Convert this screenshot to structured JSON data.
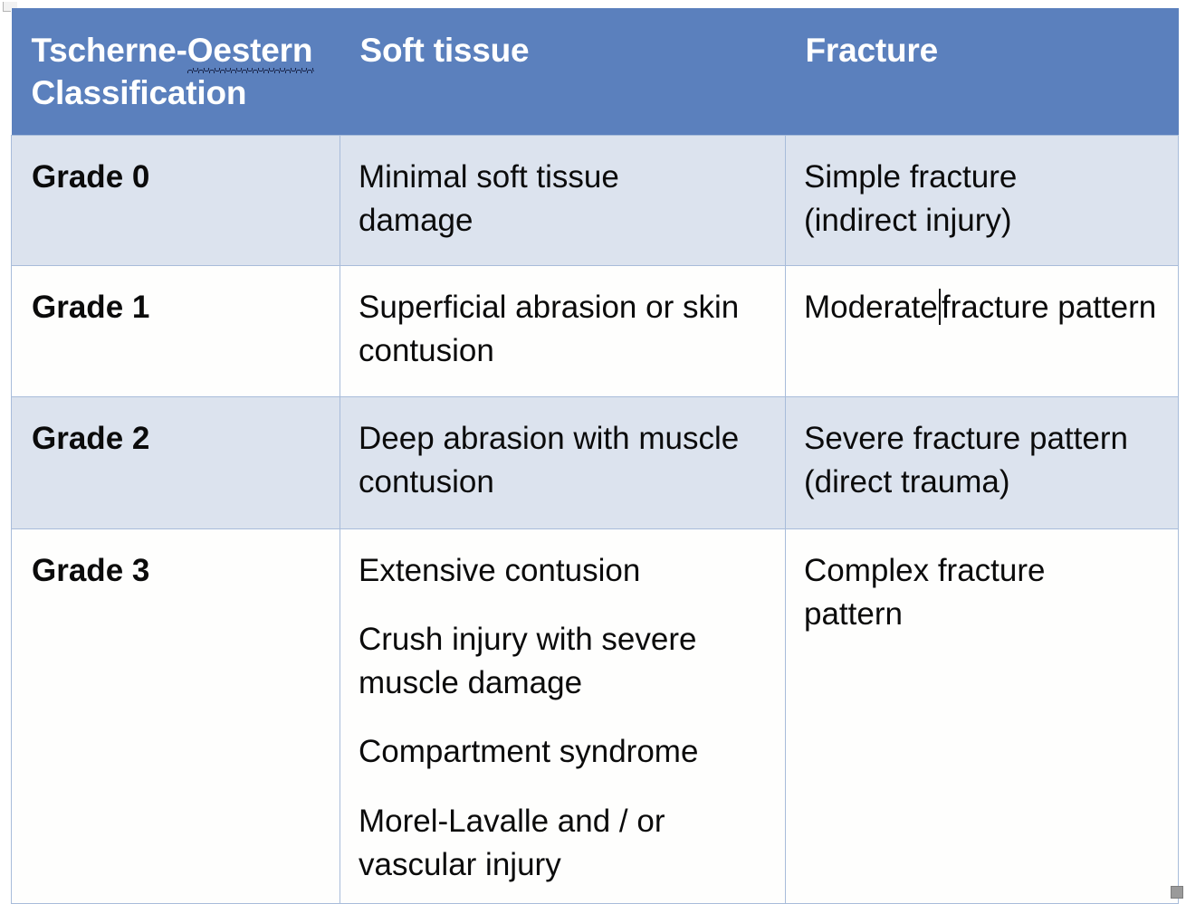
{
  "document": {
    "type": "slide-table",
    "header_fill": "#5b80bd",
    "band_fill": "#dce3ee",
    "plain_fill": "#fefefd",
    "border_color": "#a8bcda",
    "header_text_color": "#ffffff",
    "body_text_color": "#0b0b0b",
    "spellcheck_underline_color": "#10193a"
  },
  "table": {
    "columns": [
      {
        "key": "classification",
        "header_line_1": "Tscherne-Oestern",
        "header_line_2": "Classification",
        "header_misspelled_word": "Oestern"
      },
      {
        "key": "soft_tissue",
        "header": "Soft tissue"
      },
      {
        "key": "fracture",
        "header": "Fracture"
      }
    ],
    "rows": [
      {
        "banded": true,
        "grade": "Grade 0",
        "soft_tissue": "Minimal soft tissue damage",
        "soft_tissue_lines": [
          "Minimal soft tissue",
          "damage"
        ],
        "fracture": "Simple fracture (indirect injury)",
        "fracture_lines": [
          "Simple fracture",
          "(indirect injury)"
        ]
      },
      {
        "banded": false,
        "grade": "Grade 1",
        "soft_tissue": "Superficial abrasion or skin contusion",
        "soft_tissue_lines": [
          "Superficial abrasion or skin",
          "contusion"
        ],
        "fracture_before_caret": "Moderate",
        "fracture_after_caret": "fracture pattern",
        "fracture": "Moderate fracture pattern",
        "has_text_caret": true
      },
      {
        "banded": true,
        "grade": "Grade 2",
        "soft_tissue": "Deep abrasion with muscle contusion",
        "soft_tissue_lines": [
          "Deep abrasion with muscle",
          "contusion"
        ],
        "fracture": "Severe fracture pattern (direct trauma)",
        "fracture_lines": [
          "Severe fracture pattern",
          "(direct trauma)"
        ]
      },
      {
        "banded": false,
        "grade": "Grade 3",
        "soft_tissue_paragraphs": [
          "Extensive contusion",
          "Crush injury with severe muscle damage",
          "Compartment syndrome",
          "Morel-Lavalle and / or vascular injury"
        ],
        "fracture": "Complex fracture pattern",
        "fracture_lines": [
          "Complex fracture",
          "pattern"
        ]
      }
    ]
  },
  "editor_artifacts": {
    "move_handle": "table-move-handle",
    "resize_handle": "table-resize-handle"
  }
}
